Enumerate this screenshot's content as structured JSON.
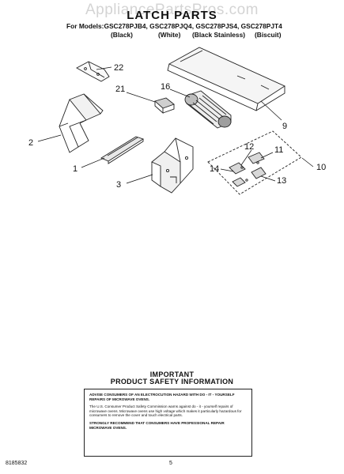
{
  "header": {
    "watermark": "AppliancePartsPros.com",
    "title": "LATCH PARTS",
    "models_line": "For Models:GSC278PJB4, GSC278PJQ4, GSC278PJS4, GSC278PJT4",
    "colors": [
      "(Black)",
      "(White)",
      "(Black Stainless)",
      "(Biscuit)"
    ]
  },
  "callouts": [
    "1",
    "2",
    "3",
    "9",
    "10",
    "11",
    "12",
    "13",
    "14",
    "16",
    "21",
    "22"
  ],
  "safety": {
    "heading_line1": "IMPORTANT",
    "heading_line2": "PRODUCT   SAFETY   INFORMATION",
    "para1": "ADVISE CONSUMERS OF AN ELECTROCUTION HAZARD WITH DO - IT - YOURSELF REPAIRS OF MICROWAVE OVENS.",
    "para2": "The U.S. Consumer Product Safety Commission warns against do - it - yourself repairs of microwave ovens. Microwave ovens use high voltage which makes it particularly hazardous for consumers to remove the cover and touch electrical parts.",
    "para3": "STRONGLY RECOMMEND THAT CONSUMERS HAVE PROFESSIONAL REPAIR MICROWAVE OVENS."
  },
  "footer": {
    "part_number": "8185832",
    "page_number": "5"
  }
}
